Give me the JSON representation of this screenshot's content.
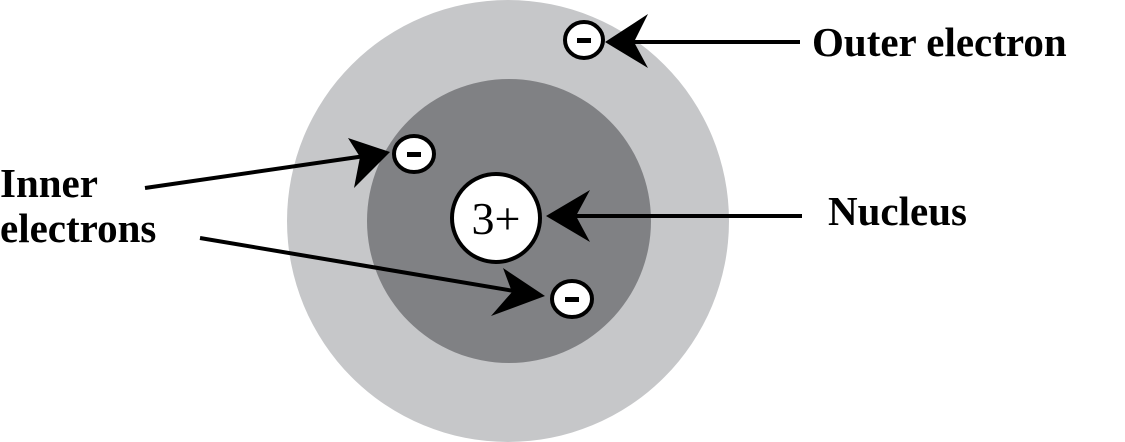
{
  "colors": {
    "outer_shell": "#c6c7c9",
    "inner_shell": "#808184",
    "particle": "#ffffff",
    "ink": "#000000"
  },
  "nucleus": {
    "charge": "3+"
  },
  "electron_symbol": "-",
  "labels": {
    "outer_electron": "Outer electron",
    "nucleus": "Nucleus",
    "inner_line1": "Inner",
    "inner_line2": "electrons"
  }
}
